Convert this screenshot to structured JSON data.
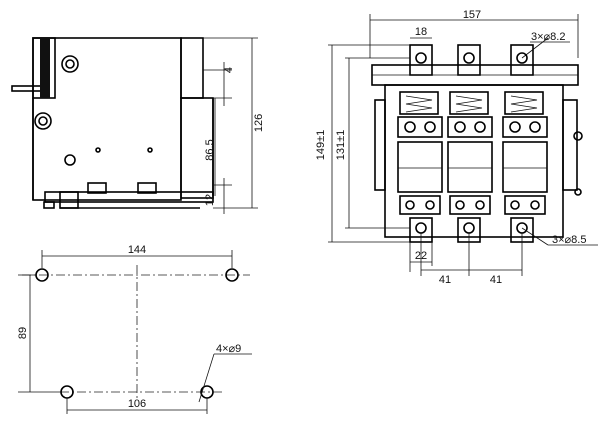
{
  "side_view": {
    "dim_height": "126",
    "dim_inner": "86.5",
    "dim_top_gap": "4",
    "dim_bottom_gap": "12"
  },
  "front_view": {
    "dim_width": "157",
    "dim_terminal_width": "18",
    "dim_top_holes": "3×⌀8.2",
    "dim_height_outer": "149±1",
    "dim_height_inner": "131±1",
    "dim_bottom_holes": "3×⌀8.5",
    "dim_bottom_width": "22",
    "dim_pitch_1": "41",
    "dim_pitch_2": "41"
  },
  "mounting_view": {
    "dim_top_span": "144",
    "dim_bottom_span": "106",
    "dim_vertical": "89",
    "dim_holes": "4×⌀9"
  }
}
